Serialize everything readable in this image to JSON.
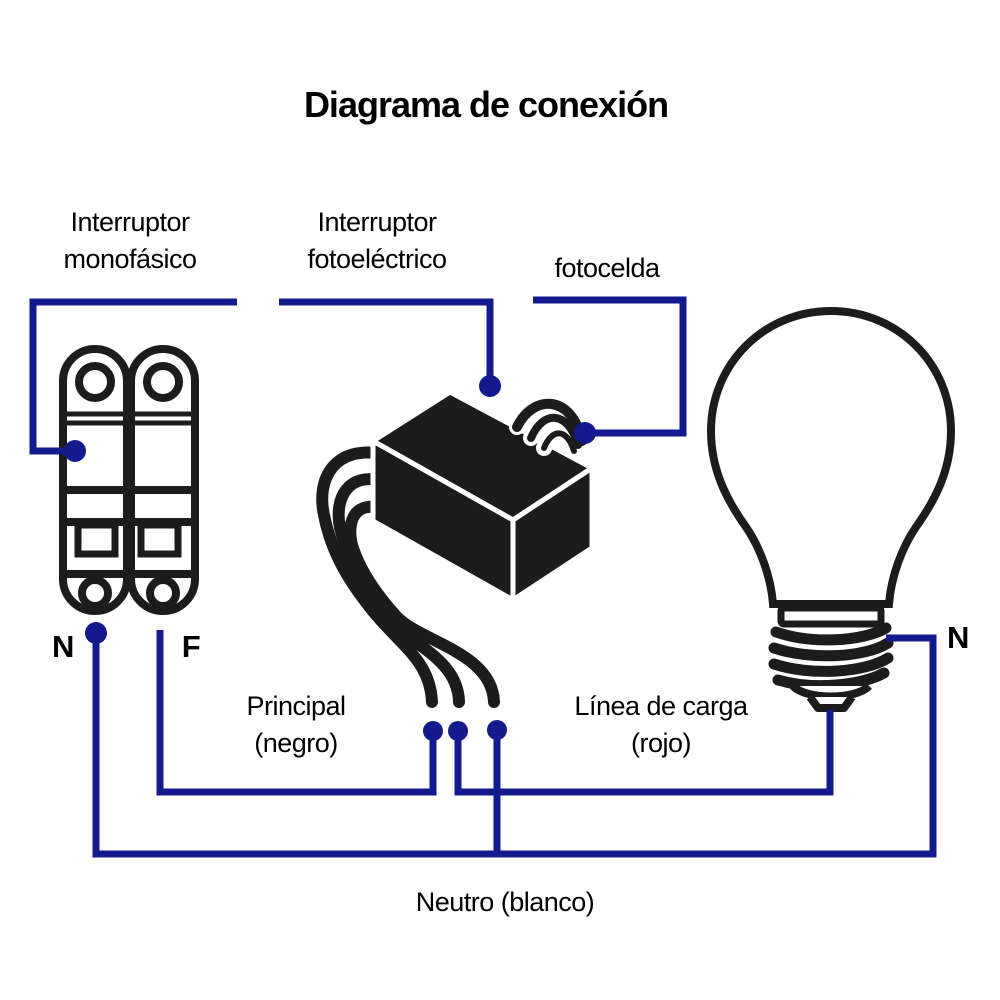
{
  "title": "Diagrama de conexión",
  "colors": {
    "wire": "#131a8d",
    "ink": "#1c1c1c"
  },
  "labels": {
    "breaker": {
      "line1": "Interruptor",
      "line2": "monofásico"
    },
    "photo_switch": {
      "line1": "Interruptor",
      "line2": "fotoeléctrico"
    },
    "photocell": "fotocelda",
    "terminal_neutral": "N",
    "terminal_phase": "F",
    "main_line": {
      "line1": "Principal",
      "line2": "(negro)"
    },
    "load_line": {
      "line1": "Línea de carga",
      "line2": "(rojo)"
    },
    "bulb_neutral": "N",
    "neutral_line": "Neutro (blanco)"
  }
}
